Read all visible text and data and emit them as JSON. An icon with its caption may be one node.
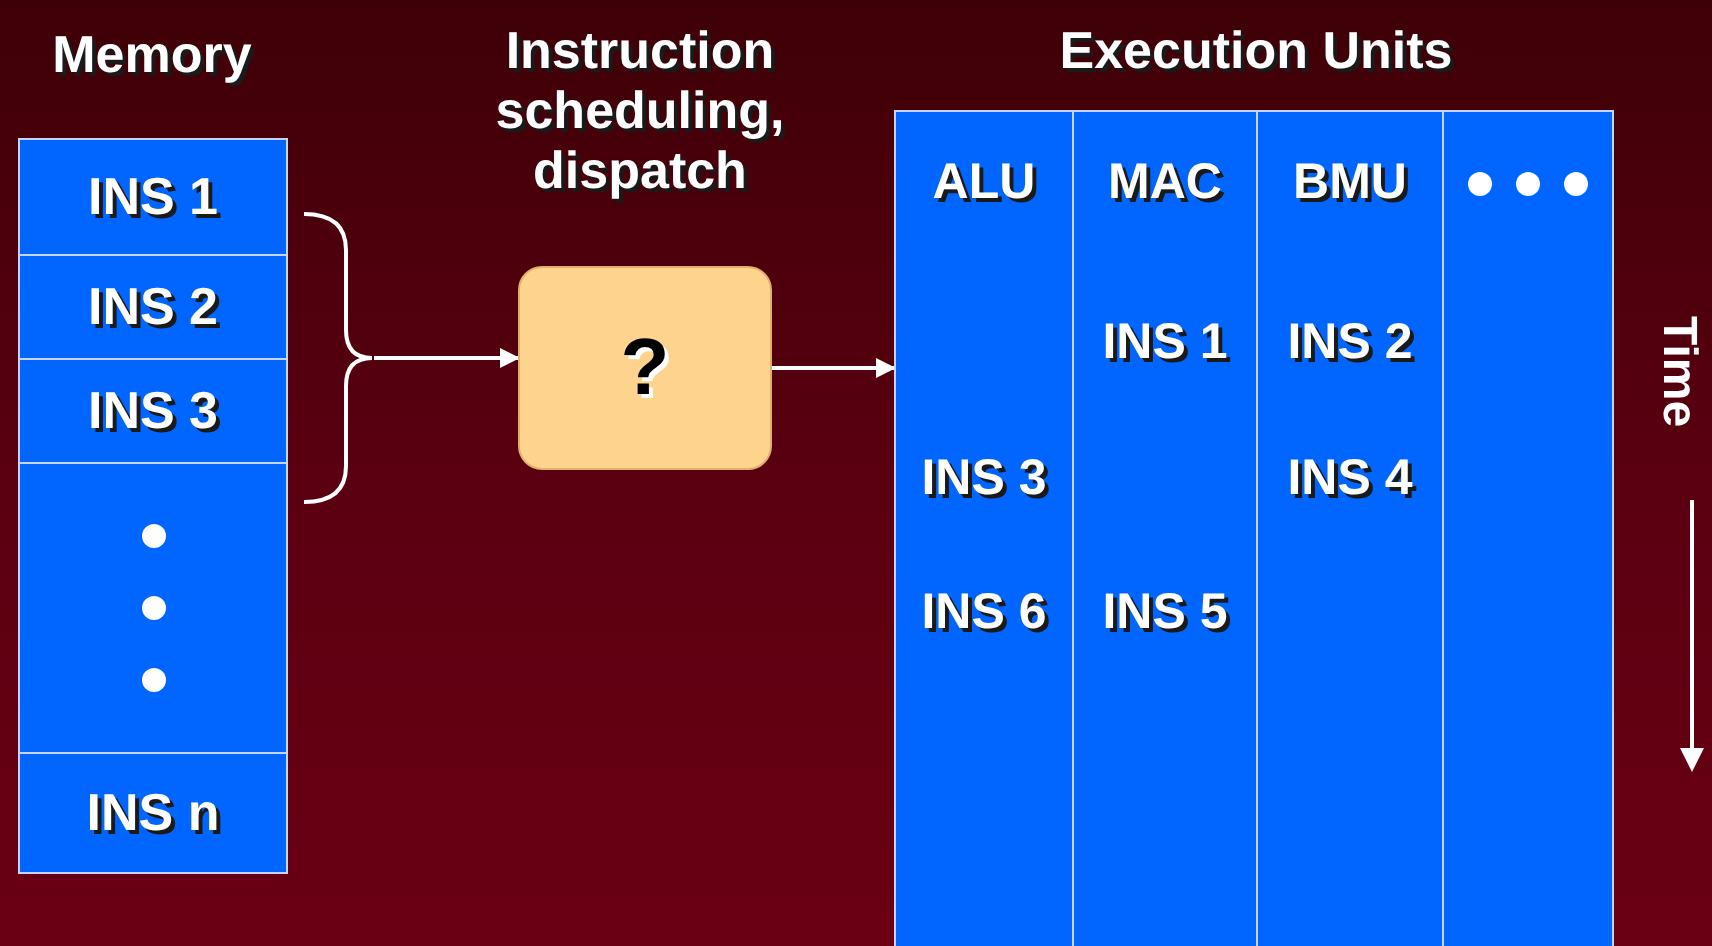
{
  "diagram": {
    "nodes": [
      {
        "text": [
          "Memory"
        ]
      },
      {
        "text": [
          "INS 1"
        ],
        "in": 0
      },
      {
        "text": [
          "INS 2"
        ],
        "in": 0
      },
      {
        "text": [
          "INS 3"
        ],
        "in": 0
      },
      {
        "text": [],
        "shape": "box",
        "in": 0
      },
      {
        "text": [
          "INS n"
        ],
        "in": 0
      },
      {
        "text": [
          "Instruction scheduling, dispatch",
          "?"
        ]
      },
      {
        "text": [
          "Execution Units"
        ]
      },
      {
        "text": [
          "ALU",
          "INS 3",
          "INS 6"
        ],
        "in": 7
      },
      {
        "text": [
          "MAC",
          "INS 1",
          "INS 5"
        ],
        "in": 7
      },
      {
        "text": [
          "BMU",
          "INS 2",
          "INS 4"
        ],
        "in": 7
      },
      {
        "text": [],
        "shape": "box",
        "in": 7
      },
      {
        "text": [],
        "shape": "brace"
      }
    ],
    "edges": [
      {
        "from": 12,
        "to": 6,
        "arrow": "to"
      },
      {
        "from": 6,
        "to": 7,
        "arrow": "to"
      }
    ],
    "labels": [
      "Time"
    ]
  }
}
